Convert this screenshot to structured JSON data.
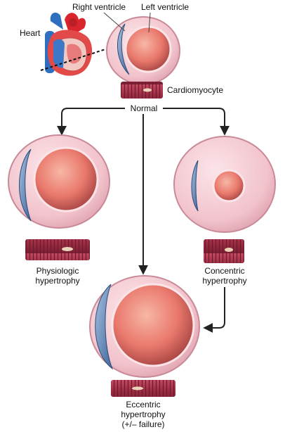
{
  "labels": {
    "heart": "Heart",
    "right_ventricle": "Right ventricle",
    "left_ventricle": "Left ventricle",
    "cardiomyocyte": "Cardiomyocyte",
    "normal": "Normal",
    "physiologic": [
      "Physiologic",
      "hypertrophy"
    ],
    "concentric": [
      "Concentric",
      "hypertrophy"
    ],
    "eccentric": [
      "Eccentric",
      "hypertrophy",
      "(+/– failure)"
    ]
  },
  "colors": {
    "myocardium": "#f3c6cf",
    "myocardium_edge": "#c98a98",
    "lumen": "#e9786c",
    "right_ventricle": "#5b84b8",
    "cardiomyocyte": "#a8334a",
    "arrow": "#222222"
  }
}
